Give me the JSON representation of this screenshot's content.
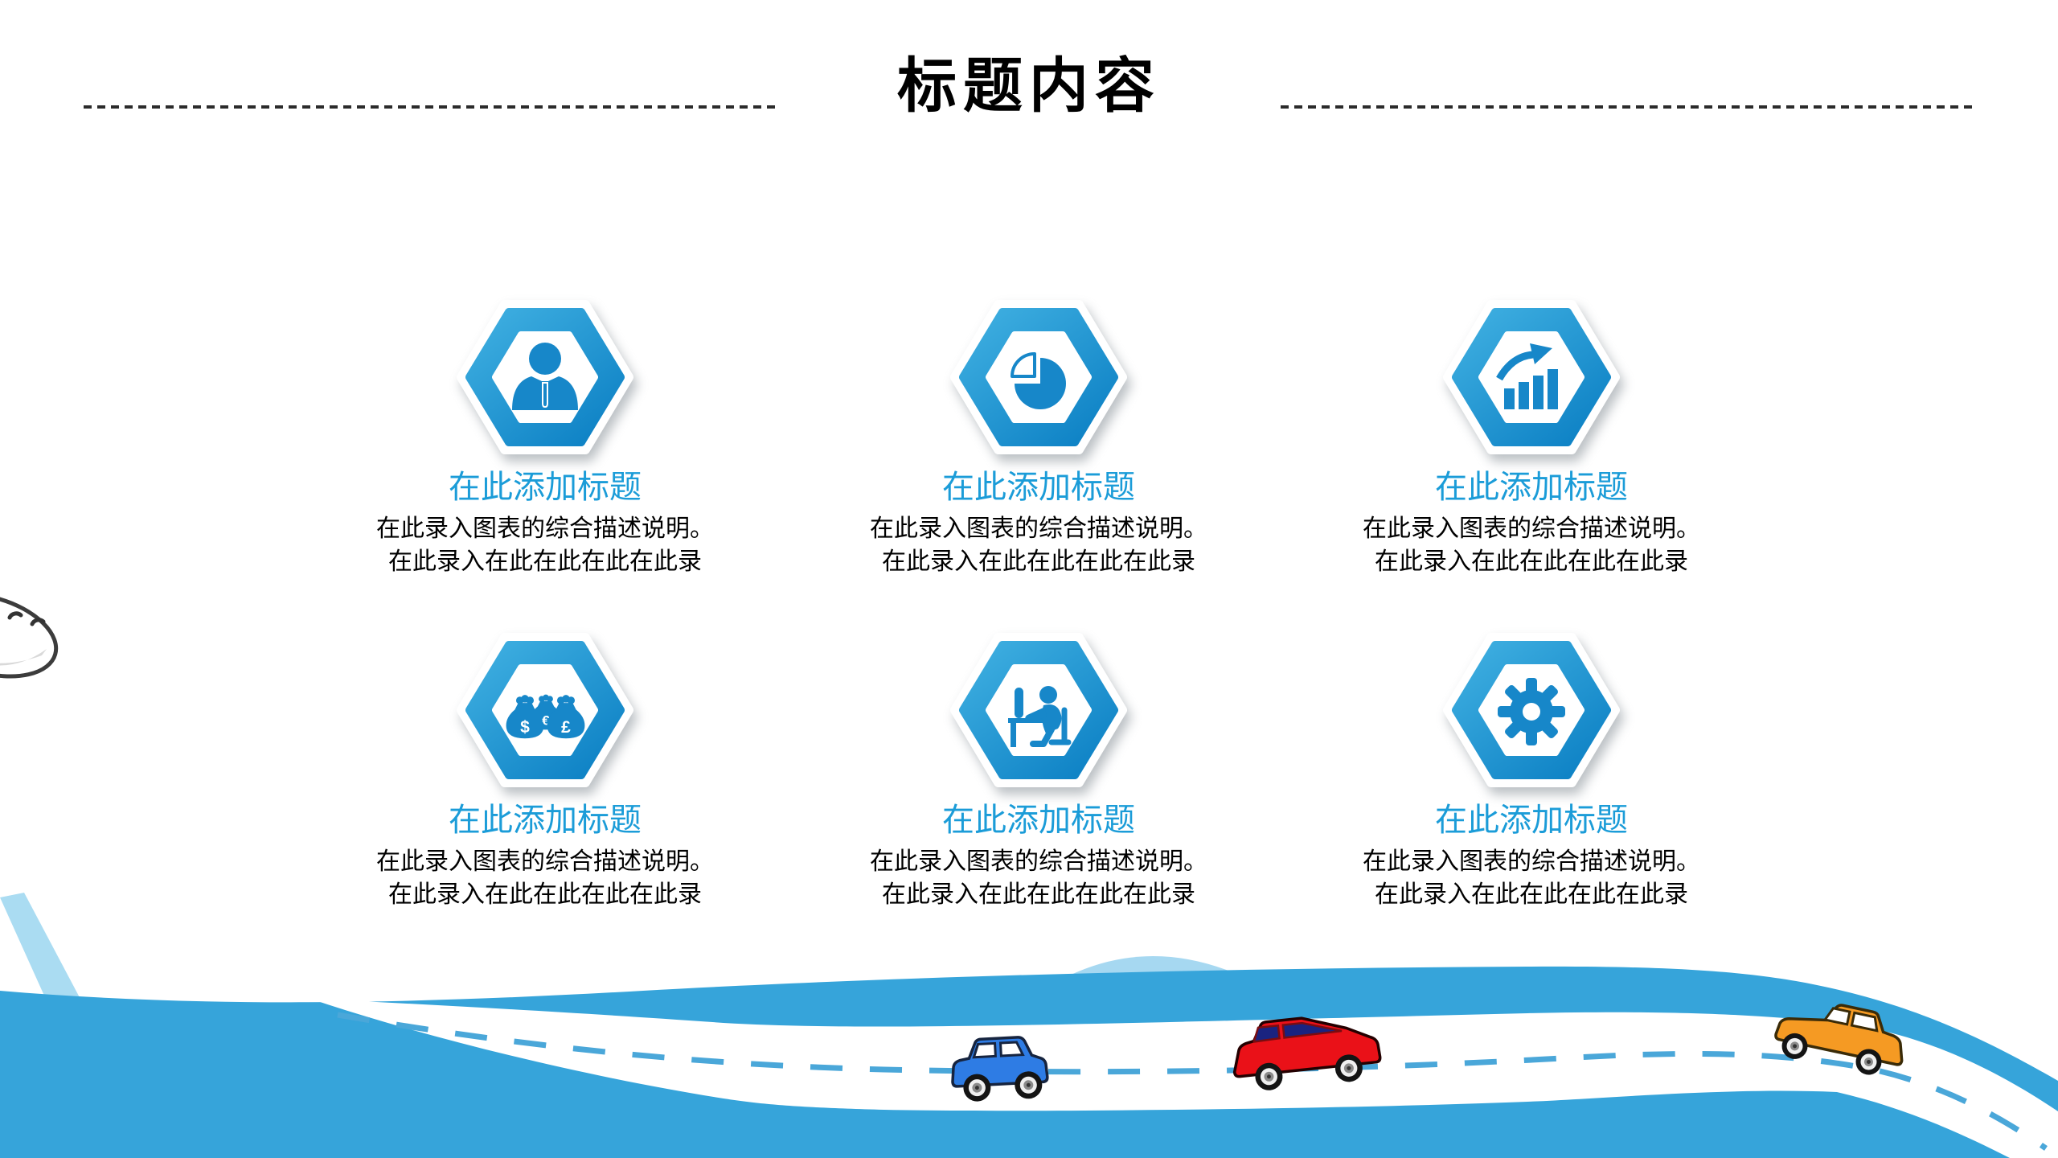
{
  "slide": {
    "title": "标题内容",
    "cards": [
      {
        "icon": "user-icon",
        "title": "在此添加标题",
        "desc_line1": "在此录入图表的综合描述说明。",
        "desc_line2": "在此录入在此在此在此在此录"
      },
      {
        "icon": "pie-chart-icon",
        "title": "在此添加标题",
        "desc_line1": "在此录入图表的综合描述说明。",
        "desc_line2": "在此录入在此在此在此在此录"
      },
      {
        "icon": "growth-bars-icon",
        "title": "在此添加标题",
        "desc_line1": "在此录入图表的综合描述说明。",
        "desc_line2": "在此录入在此在此在此在此录"
      },
      {
        "icon": "money-bags-icon",
        "title": "在此添加标题",
        "desc_line1": "在此录入图表的综合描述说明。",
        "desc_line2": "在此录入在此在此在此在此录"
      },
      {
        "icon": "workstation-icon",
        "title": "在此添加标题",
        "desc_line1": "在此录入图表的综合描述说明。",
        "desc_line2": "在此录入在此在此在此在此录"
      },
      {
        "icon": "gear-icon",
        "title": "在此添加标题",
        "desc_line1": "在此录入图表的综合描述说明。",
        "desc_line2": "在此录入在此在此在此在此录"
      }
    ],
    "money_bag_symbols": [
      "$",
      "€",
      "£"
    ],
    "colors": {
      "hex_ring_blue_light": "#41b1e2",
      "hex_ring_blue_dark": "#0c80c4",
      "icon_blue": "#1787c9",
      "card_title_blue": "#1b9cd8",
      "body_text": "#000000",
      "wave_blue": "#36a4da",
      "road_dash_blue": "#4aa7d9",
      "contrail_light_blue": "#aadcf2",
      "car_blue": "#2e7ce4",
      "car_red": "#ea1118",
      "car_orange": "#f59a23"
    }
  }
}
